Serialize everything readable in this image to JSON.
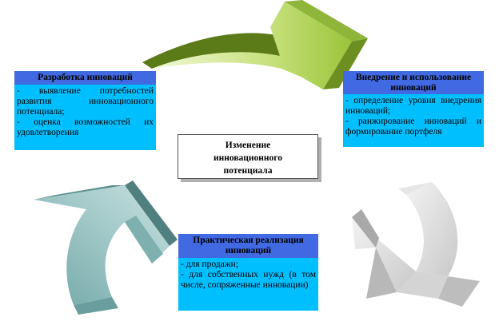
{
  "center": {
    "line1": "Изменение",
    "line2": "инновационного",
    "line3": "потенциала"
  },
  "development": {
    "title": "Разработка инноваций",
    "items": [
      "- выявление потребностей развития инновационного потенциала;",
      "- оценка возможностей их удовлетворения"
    ]
  },
  "implementation": {
    "title": "Внедрение и использование инноваций",
    "items": [
      "- определение уровня внедрения инноваций;",
      "- ранжирование инноваций и формирование портфеля"
    ]
  },
  "practical": {
    "title": "Практическая реализация инноваций",
    "items": [
      "- для продажи;",
      "- для собственных нужд (в том числе, сопряженные инновации)"
    ]
  },
  "colors": {
    "header": "#4169e1",
    "body": "#00bfff",
    "arrow_top": "#9acd32",
    "arrow_right": "#c8c8c8",
    "arrow_left": "#8fbcbc"
  }
}
